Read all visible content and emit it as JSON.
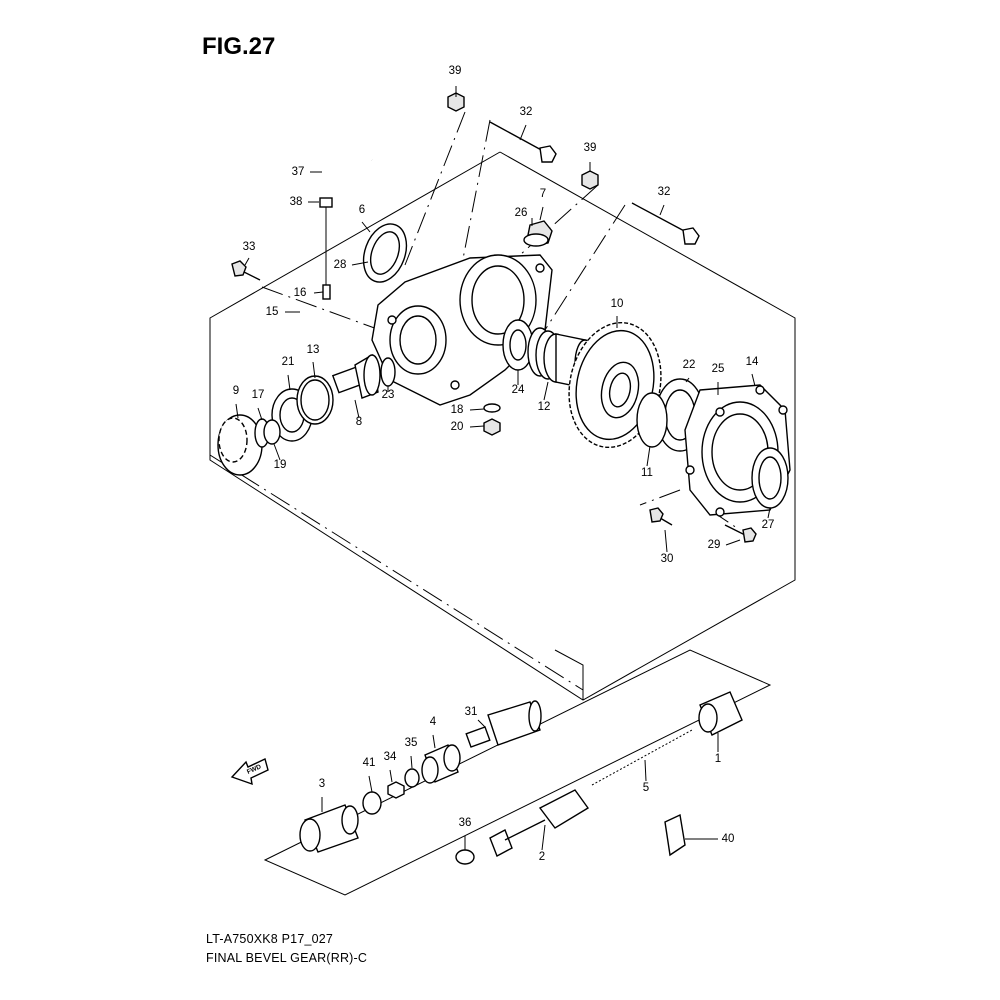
{
  "figure": {
    "title": "FIG.27",
    "model_code": "LT-A750XK8 P17_027",
    "caption": "FINAL BEVEL GEAR(RR)-C",
    "fwd_label": "FWD"
  },
  "callouts": [
    {
      "id": "c39a",
      "text": "39"
    },
    {
      "id": "c32a",
      "text": "32"
    },
    {
      "id": "c39b",
      "text": "39"
    },
    {
      "id": "c37",
      "text": "37"
    },
    {
      "id": "c38",
      "text": "38"
    },
    {
      "id": "c6",
      "text": "6"
    },
    {
      "id": "c7",
      "text": "7"
    },
    {
      "id": "c26",
      "text": "26"
    },
    {
      "id": "c32b",
      "text": "32"
    },
    {
      "id": "c33",
      "text": "33"
    },
    {
      "id": "c28",
      "text": "28"
    },
    {
      "id": "c16",
      "text": "16"
    },
    {
      "id": "c15",
      "text": "15"
    },
    {
      "id": "c10",
      "text": "10"
    },
    {
      "id": "c21",
      "text": "21"
    },
    {
      "id": "c13",
      "text": "13"
    },
    {
      "id": "c22",
      "text": "22"
    },
    {
      "id": "c14",
      "text": "14"
    },
    {
      "id": "c25",
      "text": "25"
    },
    {
      "id": "c9",
      "text": "9"
    },
    {
      "id": "c17",
      "text": "17"
    },
    {
      "id": "c23",
      "text": "23"
    },
    {
      "id": "c24",
      "text": "24"
    },
    {
      "id": "c12",
      "text": "12"
    },
    {
      "id": "c8",
      "text": "8"
    },
    {
      "id": "c18",
      "text": "18"
    },
    {
      "id": "c20",
      "text": "20"
    },
    {
      "id": "c19",
      "text": "19"
    },
    {
      "id": "c11",
      "text": "11"
    },
    {
      "id": "c27",
      "text": "27"
    },
    {
      "id": "c29",
      "text": "29"
    },
    {
      "id": "c30",
      "text": "30"
    },
    {
      "id": "c31",
      "text": "31"
    },
    {
      "id": "c4",
      "text": "4"
    },
    {
      "id": "c35",
      "text": "35"
    },
    {
      "id": "c34",
      "text": "34"
    },
    {
      "id": "c41",
      "text": "41"
    },
    {
      "id": "c1",
      "text": "1"
    },
    {
      "id": "c5",
      "text": "5"
    },
    {
      "id": "c3",
      "text": "3"
    },
    {
      "id": "c36",
      "text": "36"
    },
    {
      "id": "c2",
      "text": "2"
    },
    {
      "id": "c40",
      "text": "40"
    }
  ]
}
